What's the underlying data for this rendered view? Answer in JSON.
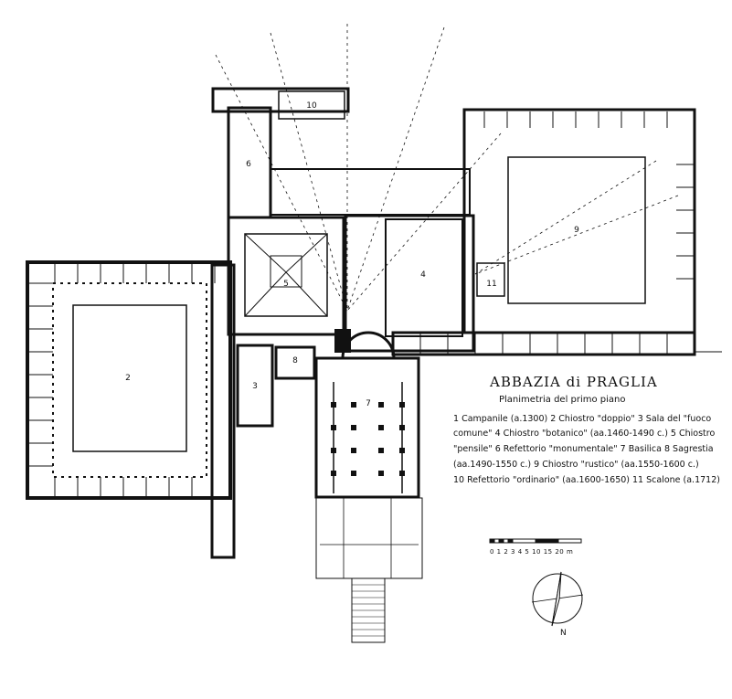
{
  "legend": {
    "title": "ABBAZIA di PRAGLIA",
    "subtitle": "Planimetria del primo piano",
    "lines": [
      "1 Campanile (a.1300)      2 Chiostro \"doppio\"    3 Sala del \"fuoco",
      "comune\"   4 Chiostro \"botanico\" (aa.1460-1490 c.)     5 Chiostro",
      "\"pensile\"   6 Refettorio \"monumentale\"   7 Basilica   8 Sagrestia",
      "(aa.1490-1550 c.)        9 Chiostro \"rustico\" (aa.1550-1600 c.)",
      "10 Refettorio \"ordinario\" (aa.1600-1650)       11 Scalone (a.1712)"
    ]
  },
  "rooms": [
    {
      "label": "2"
    },
    {
      "label": "3"
    },
    {
      "label": "4"
    },
    {
      "label": "5"
    },
    {
      "label": "6"
    },
    {
      "label": "7"
    },
    {
      "label": "8"
    },
    {
      "label": "9"
    },
    {
      "label": "10"
    },
    {
      "label": "11"
    }
  ],
  "scale": {
    "labels": "0 1 2 3 4 5      10      15      20 m"
  },
  "north": {
    "label": "N"
  }
}
